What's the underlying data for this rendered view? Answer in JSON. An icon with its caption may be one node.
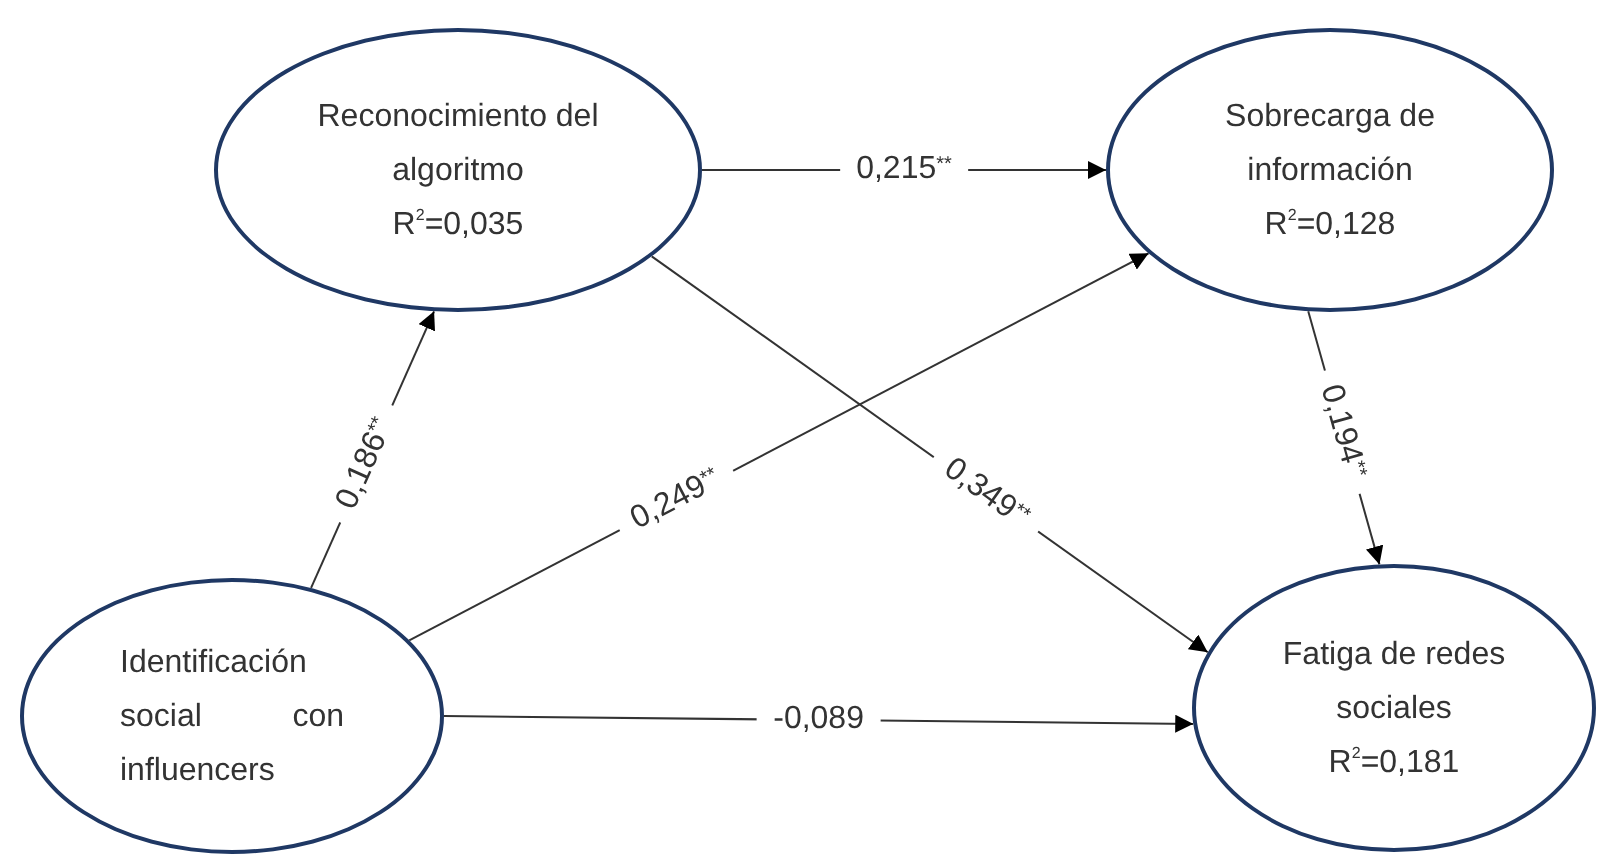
{
  "diagram": {
    "nodes": [
      {
        "text": [
          "Reconocimiento del algoritmo",
          "R$^{2}$=0,035"
        ]
      },
      {
        "text": [
          "Sobrecarga de información",
          "R$^{2}$=0,128"
        ]
      },
      {
        "text": [
          "Identificación social con influencers"
        ]
      },
      {
        "text": [
          "Fatiga de redes sociales",
          "R$^{2}$=0,181"
        ]
      }
    ],
    "edges": [
      {
        "from": 0,
        "to": 1,
        "arrow": "to",
        "label": "0,215$^{**}$"
      },
      {
        "from": 2,
        "to": 0,
        "arrow": "to",
        "label": "0,186$^{**}$"
      },
      {
        "from": 2,
        "to": 1,
        "arrow": "to",
        "label": "0,249$^{**}$"
      },
      {
        "from": 0,
        "to": 3,
        "arrow": "to",
        "label": "0,349$^{**}$"
      },
      {
        "from": 1,
        "to": 3,
        "arrow": "to",
        "label": "0,194$^{**}$"
      },
      {
        "from": 2,
        "to": 3,
        "arrow": "to",
        "label": "-0,089"
      }
    ]
  }
}
